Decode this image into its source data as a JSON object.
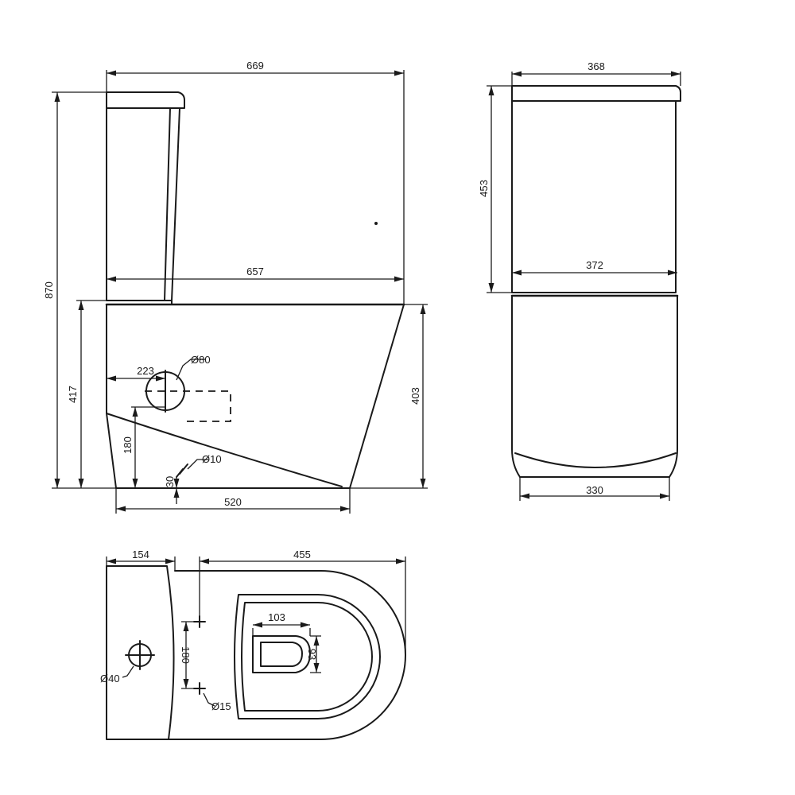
{
  "dimensions": {
    "overall_depth": "669",
    "overall_height": "870",
    "tank_depth": "657",
    "pan_height": "417",
    "pan_rear_height": "403",
    "outlet_offset": "223",
    "outlet_diameter": "Ø80",
    "outlet_height": "180",
    "fixing_hole_diameter": "Ø10",
    "fixing_hole_height": "30",
    "base_length": "520",
    "tank_width": "368",
    "tank_height": "453",
    "pan_width": "372",
    "base_width": "330",
    "top_tank_depth": "154",
    "top_pan_depth": "455",
    "inlet_diameter": "Ø40",
    "hole_spacing": "180",
    "floor_hole_diameter": "Ø15",
    "opening_width": "103",
    "opening_depth": "93"
  }
}
